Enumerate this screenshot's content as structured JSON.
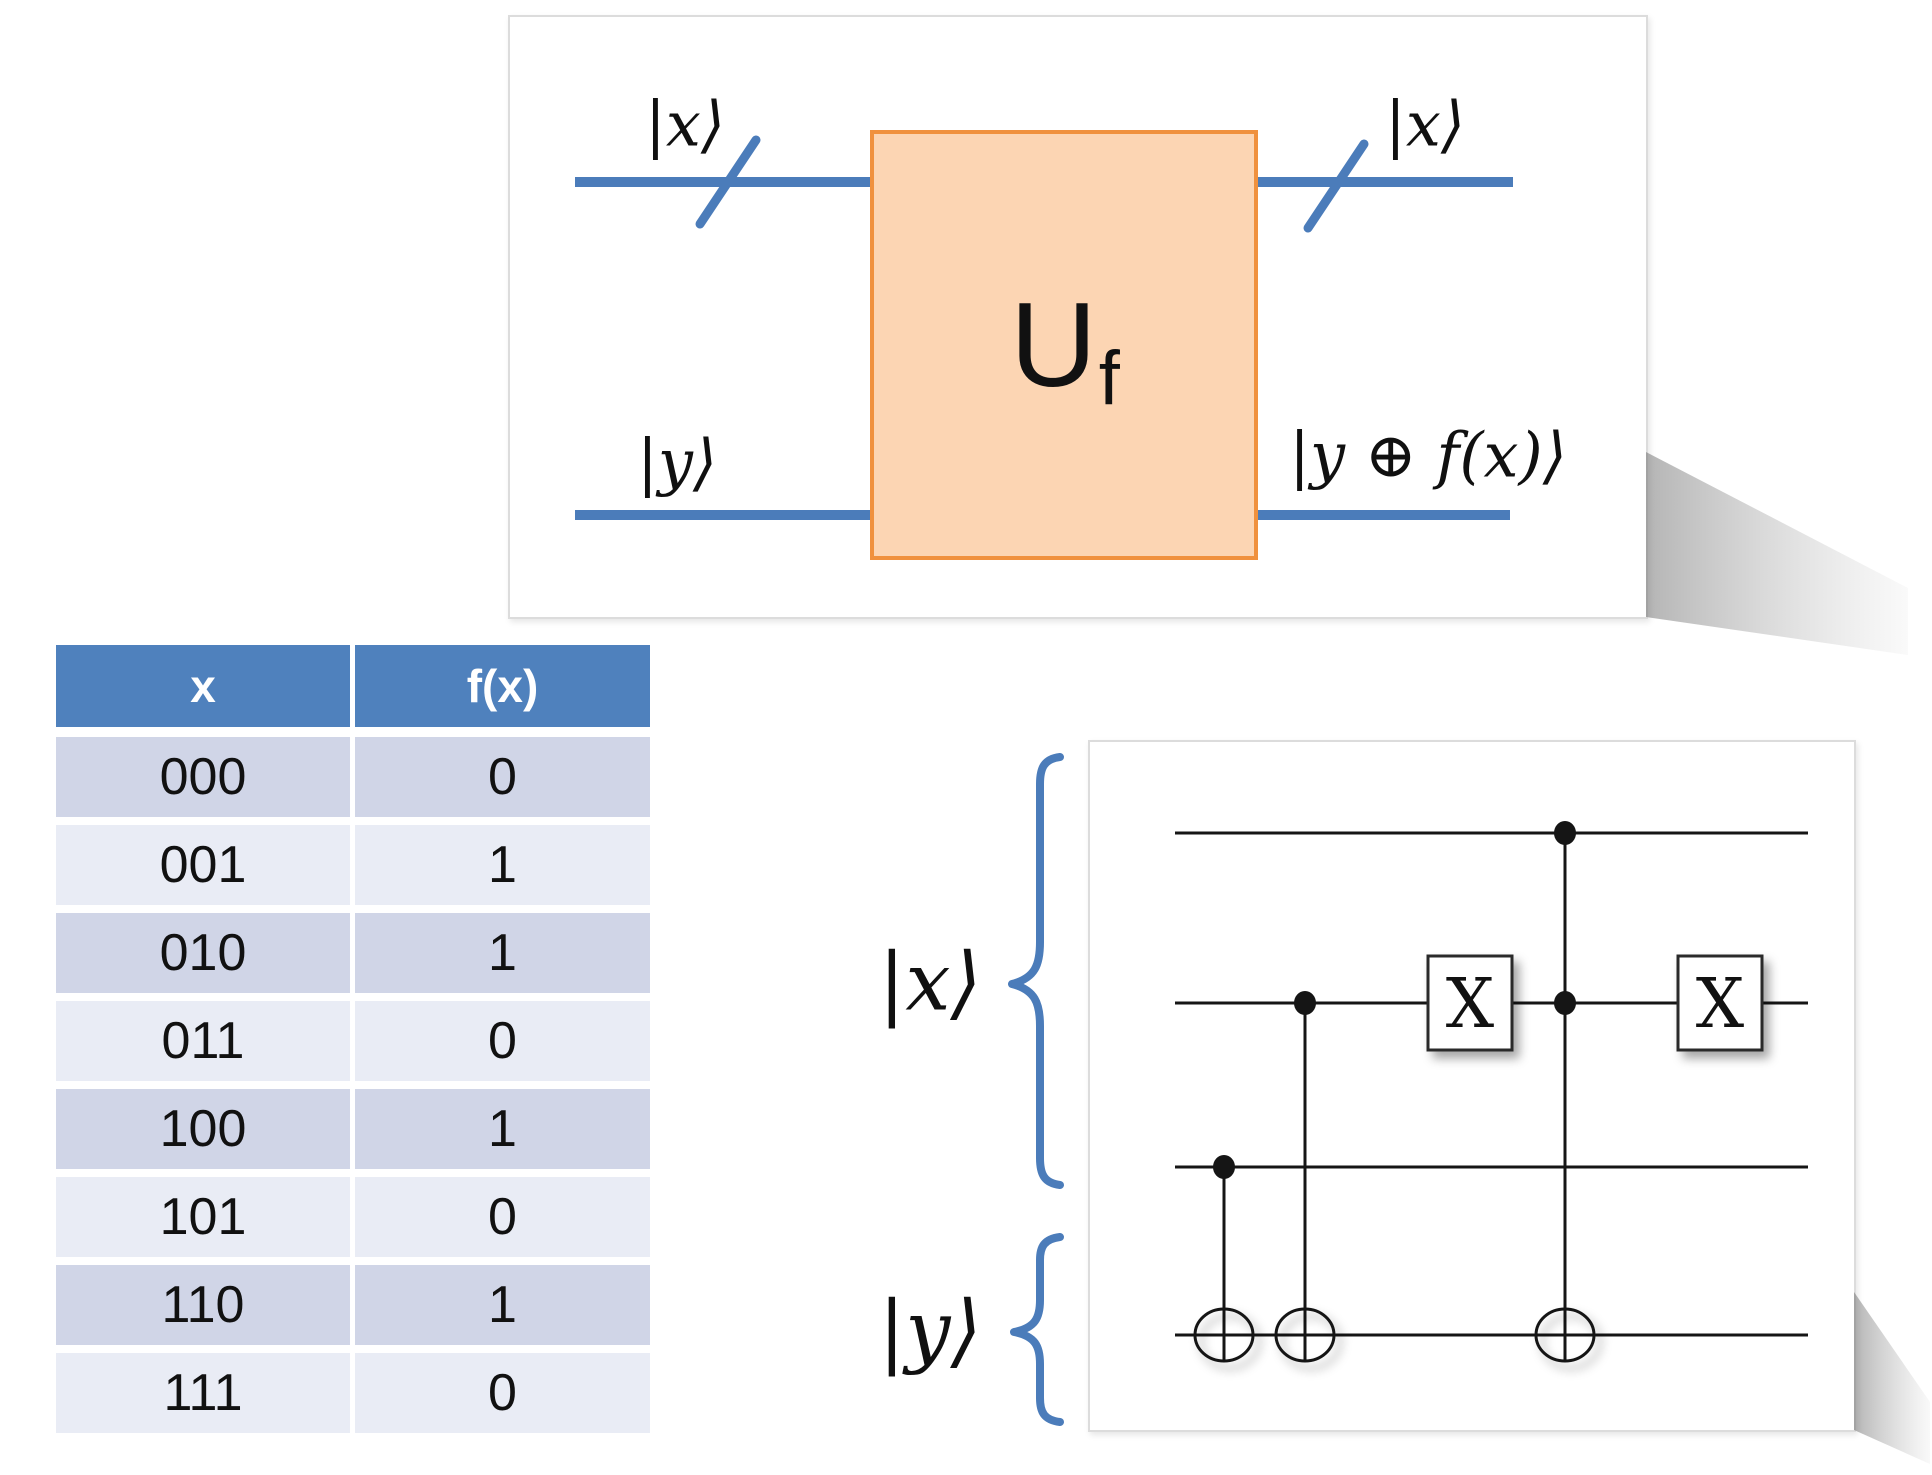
{
  "colors": {
    "wire_blue": "#4b7cba",
    "accent_blue": "#4f81bd",
    "table_row_dark": "#d0d5e7",
    "table_row_light": "#e9ecf5",
    "gate_box_fill": "#fcd5b3",
    "gate_box_border": "#f0913e",
    "panel_border": "#dcdcdc",
    "circuit_line": "#151515"
  },
  "oracle_panel": {
    "input_top": "|x⟩",
    "input_bottom": "|y⟩",
    "output_top": "|x⟩",
    "output_bottom": "|y ⊕ f(x)⟩",
    "gate_main": "U",
    "gate_sub": "f"
  },
  "truth_table": {
    "col_headers": [
      "x",
      "f(x)"
    ],
    "rows": [
      [
        "000",
        "0"
      ],
      [
        "001",
        "1"
      ],
      [
        "010",
        "1"
      ],
      [
        "011",
        "0"
      ],
      [
        "100",
        "1"
      ],
      [
        "101",
        "0"
      ],
      [
        "110",
        "1"
      ],
      [
        "111",
        "0"
      ]
    ]
  },
  "circuit_panel": {
    "x_register": "|x⟩",
    "y_register": "|y⟩",
    "x_gate": "X"
  }
}
